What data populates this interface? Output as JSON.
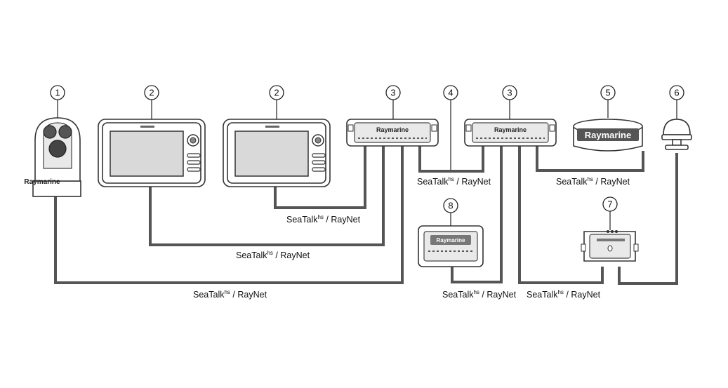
{
  "callouts": [
    "1",
    "2",
    "2",
    "3",
    "4",
    "3",
    "5",
    "6",
    "8",
    "7"
  ],
  "cable_labels": {
    "main": "SeaTalk",
    "superscript": "hs",
    "suffix": " / RayNet"
  },
  "brands": {
    "camera": "Raymarine",
    "radar": "Raymarine",
    "switch": "Raymarine"
  },
  "colors": {
    "cable": "#555555",
    "outline": "#333333"
  }
}
